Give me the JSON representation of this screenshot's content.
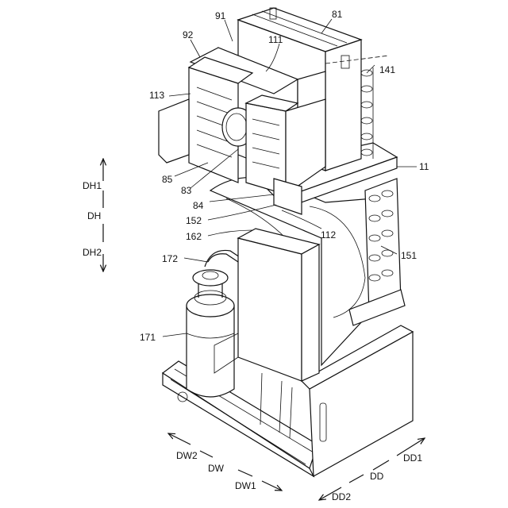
{
  "labels": {
    "l81": "81",
    "l91": "91",
    "l92": "92",
    "l111": "111",
    "l141": "141",
    "l113": "113",
    "l11": "11",
    "l85": "85",
    "l83": "83",
    "l84": "84",
    "l152": "152",
    "l162": "162",
    "l112": "112",
    "l151": "151",
    "l172": "172",
    "l171": "171"
  },
  "directions": {
    "dh1": "DH1",
    "dh": "DH",
    "dh2": "DH2",
    "dw2": "DW2",
    "dw": "DW",
    "dw1": "DW1",
    "dd1": "DD1",
    "dd": "DD",
    "dd2": "DD2"
  }
}
